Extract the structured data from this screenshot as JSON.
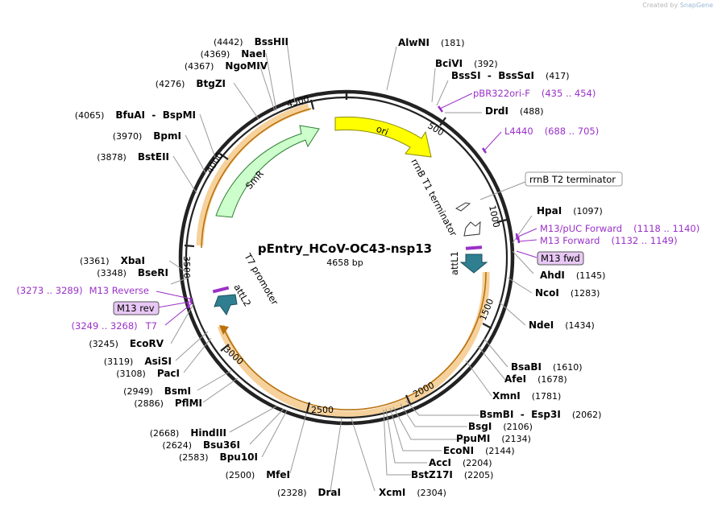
{
  "credit": {
    "prefix": "Created by",
    "brand": "SnapGene"
  },
  "plasmid": {
    "name": "pEntry_HCoV-OC43-nsp13",
    "length_label": "4658 bp",
    "total_bp": 4658
  },
  "ticks": [
    "500",
    "1000",
    "1500",
    "2000",
    "2500",
    "3000",
    "3500",
    "4000",
    "4500"
  ],
  "features": [
    {
      "label": "ori",
      "color": "#ffff00"
    },
    {
      "label": "SmR",
      "color": "#ccffcc"
    },
    {
      "label": "rrnB T1 terminator",
      "color": "#ffffff"
    },
    {
      "label": "attL1",
      "color": "#2f7f91"
    },
    {
      "label": "attL2",
      "color": "#2f7f91"
    },
    {
      "label": "T7 promoter",
      "color": "#ffffff"
    }
  ],
  "sites": [
    {
      "name": "AlwNI",
      "pos": "(181)"
    },
    {
      "name": "BciVI",
      "pos": "(392)"
    },
    {
      "name": "BssSI  -  BssSαI",
      "pos": "(417)"
    },
    {
      "name": "DrdI",
      "pos": "(488)"
    },
    {
      "name": "HpaI",
      "pos": "(1097)"
    },
    {
      "name": "AhdI",
      "pos": "(1145)"
    },
    {
      "name": "NcoI",
      "pos": "(1283)"
    },
    {
      "name": "NdeI",
      "pos": "(1434)"
    },
    {
      "name": "BsaBI",
      "pos": "(1610)"
    },
    {
      "name": "AfeI",
      "pos": "(1678)"
    },
    {
      "name": "XmnI",
      "pos": "(1781)"
    },
    {
      "name": "BsmBI  -  Esp3I",
      "pos": "(2062)"
    },
    {
      "name": "BsgI",
      "pos": "(2106)"
    },
    {
      "name": "PpuMI",
      "pos": "(2134)"
    },
    {
      "name": "EcoNI",
      "pos": "(2144)"
    },
    {
      "name": "AccI",
      "pos": "(2204)"
    },
    {
      "name": "BstZ17I",
      "pos": "(2205)"
    },
    {
      "name": "XcmI",
      "pos": "(2304)"
    },
    {
      "name": "DraI",
      "pos": "(2328)"
    },
    {
      "name": "MfeI",
      "pos": "(2500)"
    },
    {
      "name": "Bpu10I",
      "pos": "(2583)"
    },
    {
      "name": "Bsu36I",
      "pos": "(2624)"
    },
    {
      "name": "HindIII",
      "pos": "(2668)"
    },
    {
      "name": "PflMI",
      "pos": "(2886)"
    },
    {
      "name": "BsmI",
      "pos": "(2949)"
    },
    {
      "name": "PacI",
      "pos": "(3108)"
    },
    {
      "name": "AsiSI",
      "pos": "(3119)"
    },
    {
      "name": "EcoRV",
      "pos": "(3245)"
    },
    {
      "name": "BseRI",
      "pos": "(3348)"
    },
    {
      "name": "XbaI",
      "pos": "(3361)"
    },
    {
      "name": "BstEII",
      "pos": "(3878)"
    },
    {
      "name": "BpmI",
      "pos": "(3970)"
    },
    {
      "name": "BfuAI  -  BspMI",
      "pos": "(4065)"
    },
    {
      "name": "BtgZI",
      "pos": "(4276)"
    },
    {
      "name": "NgoMIV",
      "pos": "(4367)"
    },
    {
      "name": "NaeI",
      "pos": "(4369)"
    },
    {
      "name": "BssHII",
      "pos": "(4442)"
    }
  ],
  "primers": [
    {
      "name": "pBR322ori-F",
      "range": "(435 .. 454)"
    },
    {
      "name": "L4440",
      "range": "(688 .. 705)"
    },
    {
      "name": "M13/pUC Forward",
      "range": "(1118 .. 1140)"
    },
    {
      "name": "M13 Forward",
      "range": "(1132 .. 1149)"
    },
    {
      "name": "M13 Reverse",
      "range": "(3273 .. 3289)"
    },
    {
      "name": "T7",
      "range": "(3249 .. 3268)"
    }
  ],
  "boxed_labels": [
    {
      "text": "rrnB T2 terminator",
      "style": "plain"
    },
    {
      "text": "M13 fwd",
      "style": "primer"
    },
    {
      "text": "M13 rev",
      "style": "primer"
    }
  ],
  "colors": {
    "backbone": "#222222",
    "highlight": "#f5c98a",
    "primer": "#9a30c8",
    "primer_box": "#e8c8f5"
  }
}
